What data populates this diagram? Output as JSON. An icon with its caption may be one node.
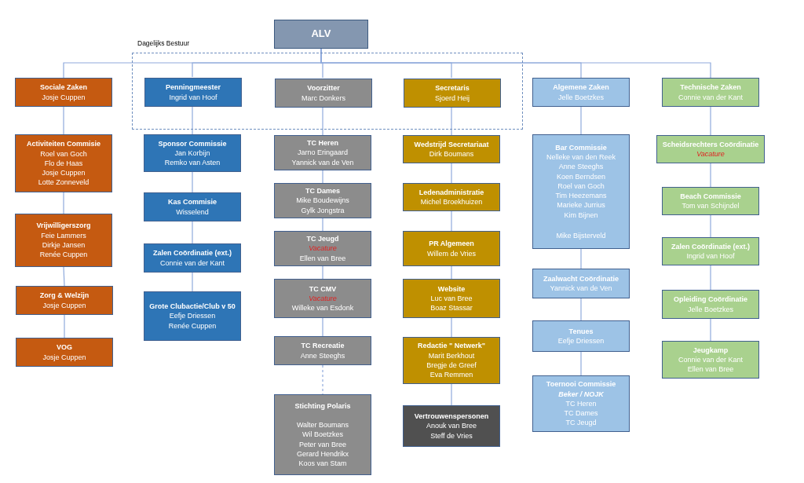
{
  "diagram": {
    "nodes": [
      {
        "text": [
          "ALV"
        ]
      },
      {
        "text": [
          "Sociale Zaken",
          "Josje Cuppen"
        ]
      },
      {
        "text": [
          "Dagelijks Bestuur"
        ]
      },
      {
        "text": [
          "Penningmeester",
          "Ingrid van Hoof"
        ],
        "in": 2
      },
      {
        "text": [
          "Voorzitter",
          "Marc Donkers"
        ],
        "in": 2
      },
      {
        "text": [
          "Secretaris",
          "Sjoerd Heij"
        ],
        "in": 2
      },
      {
        "text": [
          "Algemene Zaken",
          "Jelle Boetzkes"
        ]
      },
      {
        "text": [
          "Technische Zaken",
          "Connie van der Kant"
        ]
      },
      {
        "text": [
          "Activiteiten Commisie",
          "Roel van Goch",
          "Flo de Haas",
          "Josje Cuppen",
          "Lotte Zonneveld"
        ]
      },
      {
        "text": [
          "Vrijwilligerszorg",
          "Feie Lammers",
          "Dirkje Jansen",
          "Renée Cuppen"
        ]
      },
      {
        "text": [
          "Zorg & Welzijn",
          "Josje Cuppen"
        ]
      },
      {
        "text": [
          "VOG",
          "Josje Cuppen"
        ]
      },
      {
        "text": [
          "Sponsor Commissie",
          "Jan Korbijn",
          "Remko van Asten"
        ]
      },
      {
        "text": [
          "Kas Commisie",
          "Wisselend"
        ]
      },
      {
        "text": [
          "Zalen Coördinatie (ext.)",
          "Connie van der Kant"
        ]
      },
      {
        "text": [
          "Grote Clubactie/Club v 50",
          "Eefje Driessen",
          "Renée Cuppen"
        ]
      },
      {
        "text": [
          "TC Heren",
          "Jarno Eringaard",
          "Yannick van de Ven"
        ]
      },
      {
        "text": [
          "TC Dames",
          "Mike Boudewijns",
          "Gylk Jongstra"
        ]
      },
      {
        "text": [
          "TC Jeugd",
          "Vacature",
          "Ellen van Bree"
        ]
      },
      {
        "text": [
          "TC CMV",
          "Vacature",
          "Willeke van Esdonk"
        ]
      },
      {
        "text": [
          "TC Recreatie",
          "Anne Steeghs"
        ]
      },
      {
        "text": [
          "Stichting Polaris",
          "Walter Boumans",
          "Wil Boetzkes",
          "Peter van Bree",
          "Gerard Hendrikx",
          "Koos van Stam"
        ]
      },
      {
        "text": [
          "Wedstrijd Secretariaat",
          "Dirk Boumans"
        ]
      },
      {
        "text": [
          "Ledenadministratie",
          "Michel Broekhuizen"
        ]
      },
      {
        "text": [
          "PR Algemeen",
          "Willem de Vries"
        ]
      },
      {
        "text": [
          "Website",
          "Luc van Bree",
          "Boaz Stassar"
        ]
      },
      {
        "text": [
          "Redactie \" Netwerk\"",
          "Marit Berkhout",
          "Bregje de Greef",
          "Eva Remmen"
        ]
      },
      {
        "text": [
          "Vertrouwenspersonen",
          "Anouk van Bree",
          "Steff de Vries"
        ]
      },
      {
        "text": [
          "Bar Commissie",
          "Nelleke van den Reek",
          "Anne Steeghs",
          "Koen Berndsen",
          "Roel van Goch",
          "Tim Heezemans",
          "Marieke Jurrius",
          "Kim Bijnen",
          "Mike Bijsterveld"
        ]
      },
      {
        "text": [
          "Zaalwacht Coördinatie",
          "Yannick van de Ven"
        ]
      },
      {
        "text": [
          "Tenues",
          "Eefje Driessen"
        ]
      },
      {
        "text": [
          "Toernooi Commissie",
          "Beker / NOJK",
          "TC Heren",
          "TC Dames",
          "TC Jeugd"
        ]
      },
      {
        "text": [
          "Scheidsrechters Coördinatie",
          "Vacature"
        ]
      },
      {
        "text": [
          "Beach Commissie",
          "Tom van Schijndel"
        ]
      },
      {
        "text": [
          "Zalen Coördinatie (ext.)",
          "Ingrid van Hoof"
        ]
      },
      {
        "text": [
          "Opleiding Coördinatie",
          "Jelle Boetzkes"
        ]
      },
      {
        "text": [
          "Jeugkamp",
          "Connie van der Kant",
          "Ellen van Bree"
        ]
      }
    ],
    "edges": [
      {
        "from": 0,
        "to": 1,
        "arrow": "none"
      },
      {
        "from": 0,
        "to": 3,
        "arrow": "none"
      },
      {
        "from": 0,
        "to": 4,
        "arrow": "none"
      },
      {
        "from": 0,
        "to": 5,
        "arrow": "none"
      },
      {
        "from": 0,
        "to": 6,
        "arrow": "none"
      },
      {
        "from": 0,
        "to": 7,
        "arrow": "none"
      },
      {
        "from": 1,
        "to": 8,
        "arrow": "none"
      },
      {
        "from": 8,
        "to": 9,
        "arrow": "none"
      },
      {
        "from": 9,
        "to": 10,
        "arrow": "none"
      },
      {
        "from": 10,
        "to": 11,
        "arrow": "none"
      },
      {
        "from": 3,
        "to": 12,
        "arrow": "none"
      },
      {
        "from": 12,
        "to": 13,
        "arrow": "none"
      },
      {
        "from": 13,
        "to": 14,
        "arrow": "none"
      },
      {
        "from": 14,
        "to": 15,
        "arrow": "none"
      },
      {
        "from": 4,
        "to": 16,
        "arrow": "none"
      },
      {
        "from": 16,
        "to": 17,
        "arrow": "none"
      },
      {
        "from": 17,
        "to": 18,
        "arrow": "none"
      },
      {
        "from": 18,
        "to": 19,
        "arrow": "none"
      },
      {
        "from": 19,
        "to": 20,
        "arrow": "none"
      },
      {
        "from": 20,
        "to": 21,
        "arrow": "none",
        "style": "dashed"
      },
      {
        "from": 5,
        "to": 22,
        "arrow": "none"
      },
      {
        "from": 22,
        "to": 23,
        "arrow": "none"
      },
      {
        "from": 23,
        "to": 24,
        "arrow": "none"
      },
      {
        "from": 24,
        "to": 25,
        "arrow": "none"
      },
      {
        "from": 25,
        "to": 26,
        "arrow": "none"
      },
      {
        "from": 26,
        "to": 27,
        "arrow": "none"
      },
      {
        "from": 6,
        "to": 28,
        "arrow": "none"
      },
      {
        "from": 28,
        "to": 29,
        "arrow": "none"
      },
      {
        "from": 29,
        "to": 30,
        "arrow": "none"
      },
      {
        "from": 30,
        "to": 31,
        "arrow": "none"
      },
      {
        "from": 7,
        "to": 32,
        "arrow": "none"
      },
      {
        "from": 32,
        "to": 33,
        "arrow": "none"
      },
      {
        "from": 33,
        "to": 34,
        "arrow": "none"
      },
      {
        "from": 34,
        "to": 35,
        "arrow": "none"
      },
      {
        "from": 35,
        "to": 36,
        "arrow": "none"
      }
    ]
  }
}
